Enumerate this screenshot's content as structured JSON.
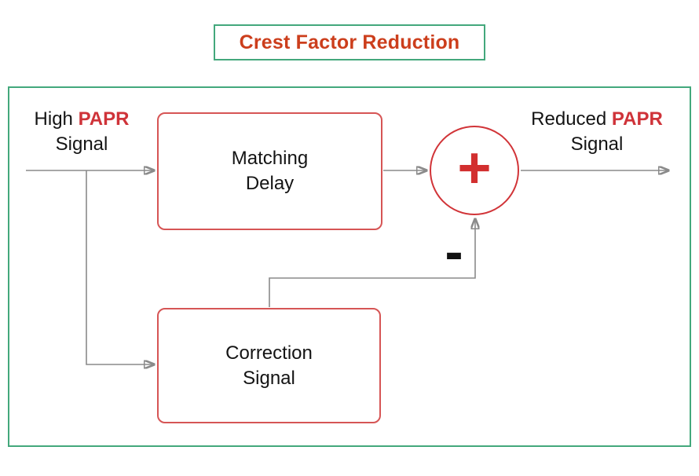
{
  "title": "Crest Factor Reduction",
  "input_label": {
    "prefix": "High ",
    "emphasis": "PAPR",
    "line2": "Signal"
  },
  "output_label": {
    "prefix": "Reduced ",
    "emphasis": "PAPR",
    "line2": "Signal"
  },
  "blocks": {
    "matching_delay": {
      "line1": "Matching",
      "line2": "Delay"
    },
    "correction_signal": {
      "line1": "Correction",
      "line2": "Signal"
    }
  },
  "summer": {
    "plus_sign": "+",
    "minus_sign": "-"
  },
  "colors": {
    "title_text": "#cc3e1c",
    "green_border": "#43a87c",
    "papr_red": "#cf3339",
    "block_border": "#d65555",
    "summer_border": "#d13438",
    "plus_red": "#d22f2f",
    "arrow_gray": "#8a8a8a",
    "text_black": "#141414"
  }
}
